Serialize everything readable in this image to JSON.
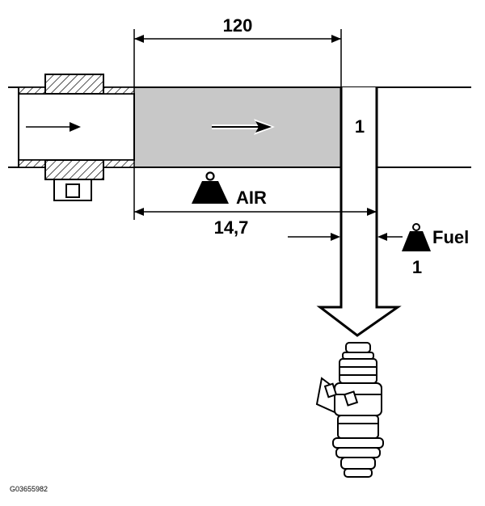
{
  "labels": {
    "length_value": "120",
    "column_number": "1",
    "air_label": "AIR",
    "air_ratio": "14,7",
    "fuel_label": "Fuel",
    "fuel_ratio": "1"
  },
  "figure_id": "G03655982",
  "colors": {
    "line": "#000000",
    "air_fill": "#c8c8c8",
    "background": "#ffffff"
  },
  "icons": [
    "weight-icon",
    "arrow-right-icon",
    "fuel-injector-icon",
    "airflow-sensor-icon"
  ]
}
